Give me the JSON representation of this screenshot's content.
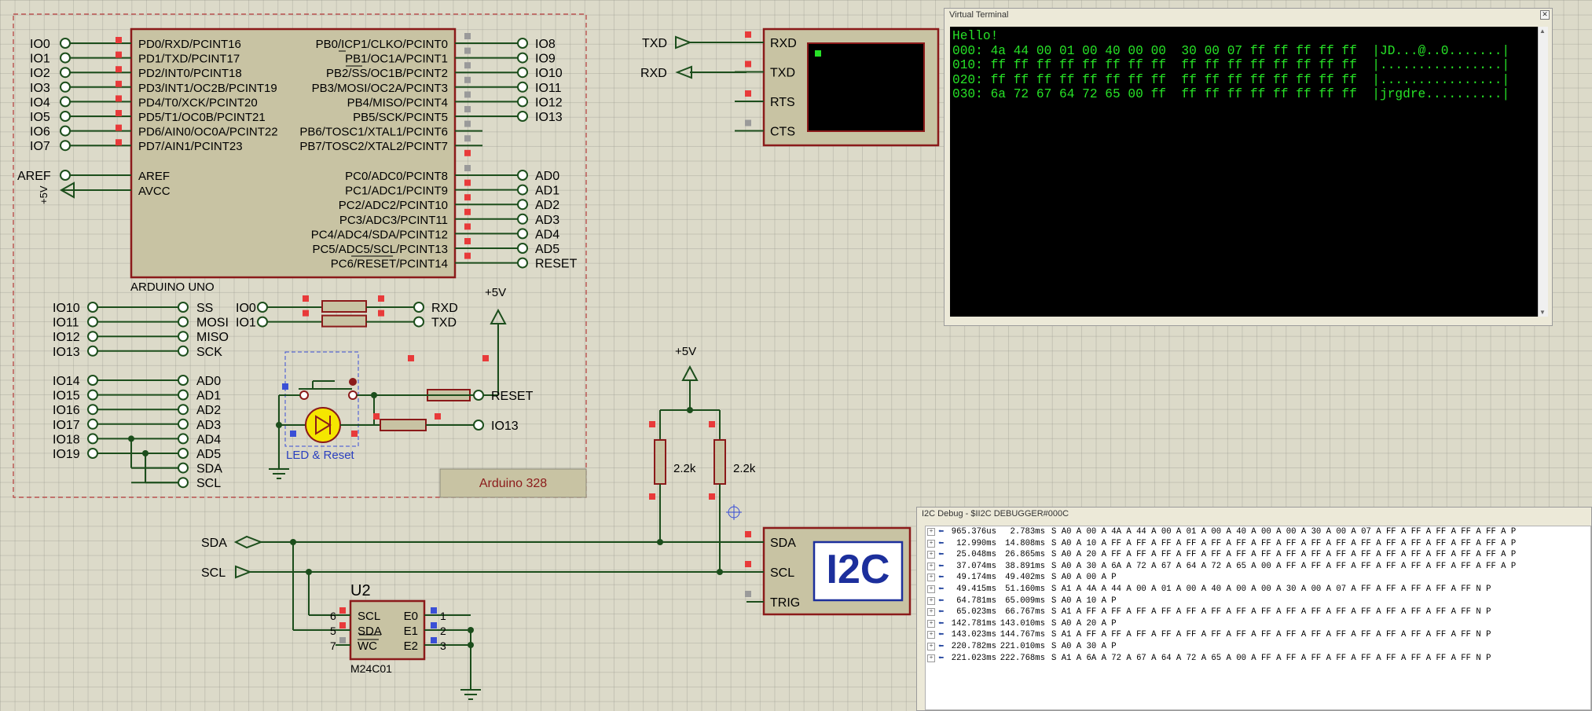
{
  "arduino": {
    "left_pins": [
      "IO0",
      "IO1",
      "IO2",
      "IO3",
      "IO4",
      "IO5",
      "IO6",
      "IO7"
    ],
    "left_port": [
      "PD0/RXD/PCINT16",
      "PD1/TXD/PCINT17",
      "PD2/INT0/PCINT18",
      "PD3/INT1/OC2B/PCINT19",
      "PD4/T0/XCK/PCINT20",
      "PD5/T1/OC0B/PCINT21",
      "PD6/AIN0/OC0A/PCINT22",
      "PD7/AIN1/PCINT23"
    ],
    "right_port_b": [
      "PB0/ICP1/CLKO/PCINT0",
      "PB1/OC1A/PCINT1",
      "PB2/SS/OC1B/PCINT2",
      "PB3/MOSI/OC2A/PCINT3",
      "PB4/MISO/PCINT4",
      "PB5/SCK/PCINT5",
      "PB6/TOSC1/XTAL1/PCINT6",
      "PB7/TOSC2/XTAL2/PCINT7"
    ],
    "right_pins_b": [
      "IO8",
      "IO9",
      "IO10",
      "IO11",
      "IO12",
      "IO13"
    ],
    "right_port_c": [
      "PC0/ADC0/PCINT8",
      "PC1/ADC1/PCINT9",
      "PC2/ADC2/PCINT10",
      "PC3/ADC3/PCINT11",
      "PC4/ADC4/SDA/PCINT12",
      "PC5/ADC5/SCL/PCINT13",
      "PC6/RESET/PCINT14"
    ],
    "right_pins_c": [
      "AD0",
      "AD1",
      "AD2",
      "AD3",
      "AD4",
      "AD5",
      "RESET"
    ],
    "aref_label": "AREF",
    "aref_pin": "AREF",
    "avcc_pin": "AVCC",
    "plus5v": "+5V",
    "chip_name": "ARDUINO UNO",
    "spi_left": [
      "IO10",
      "IO11",
      "IO12",
      "IO13"
    ],
    "spi_right": [
      "SS",
      "MOSI",
      "MISO",
      "SCK"
    ],
    "an_left": [
      "IO14",
      "IO15",
      "IO16",
      "IO17",
      "IO18",
      "IO19"
    ],
    "an_right": [
      "AD0",
      "AD1",
      "AD2",
      "AD3",
      "AD4",
      "AD5",
      "SDA",
      "SCL"
    ],
    "uart_left": [
      "IO0",
      "IO1"
    ],
    "uart_right": [
      "RXD",
      "TXD"
    ],
    "reset_label": "RESET",
    "io13_label": "IO13",
    "led_reset_label": "LED & Reset",
    "board_label": "Arduino 328"
  },
  "terminal_pins": {
    "txd_net": "TXD",
    "rxd_net": "RXD",
    "pins": [
      "RXD",
      "TXD",
      "RTS",
      "CTS"
    ]
  },
  "i2c_circuit": {
    "plus5v": "+5V",
    "r1": "2.2k",
    "r2": "2.2k",
    "sda_net": "SDA",
    "scl_net": "SCL",
    "dbg_pins": [
      "SDA",
      "SCL",
      "TRIG"
    ],
    "dbg_logo": "I2C",
    "eeprom_ref": "U2",
    "eeprom_part": "M24C01",
    "eeprom_left_pins": [
      "SCL",
      "SDA",
      "WC"
    ],
    "eeprom_left_nums": [
      "6",
      "5",
      "7"
    ],
    "eeprom_right_pins": [
      "E0",
      "E1",
      "E2"
    ],
    "eeprom_right_nums": [
      "1",
      "2",
      "3"
    ]
  },
  "virtual_terminal": {
    "title": "Virtual Terminal",
    "lines": [
      "Hello!",
      "000: 4a 44 00 01 00 40 00 00  30 00 07 ff ff ff ff ff  |JD...@..0.......|",
      "010: ff ff ff ff ff ff ff ff  ff ff ff ff ff ff ff ff  |................|",
      "020: ff ff ff ff ff ff ff ff  ff ff ff ff ff ff ff ff  |................|",
      "030: 6a 72 67 64 72 65 00 ff  ff ff ff ff ff ff ff ff  |jrgdre..........|"
    ]
  },
  "i2c_debug": {
    "title": "I2C Debug - $II2C DEBUGGER#000C",
    "rows": [
      {
        "t1": "965.376us",
        "t2": "2.783ms",
        "seq": "S A0 A 00 A 4A A 44 A 00 A 01 A 00 A 40 A 00 A 00 A 30 A 00 A 07 A FF A FF A FF A FF A FF A P"
      },
      {
        "t1": "12.990ms",
        "t2": "14.808ms",
        "seq": "S A0 A 10 A FF A FF A FF A FF A FF A FF A FF A FF A FF A FF A FF A FF A FF A FF A FF A FF A P"
      },
      {
        "t1": "25.048ms",
        "t2": "26.865ms",
        "seq": "S A0 A 20 A FF A FF A FF A FF A FF A FF A FF A FF A FF A FF A FF A FF A FF A FF A FF A FF A P"
      },
      {
        "t1": "37.074ms",
        "t2": "38.891ms",
        "seq": "S A0 A 30 A 6A A 72 A 67 A 64 A 72 A 65 A 00 A FF A FF A FF A FF A FF A FF A FF A FF A FF A P"
      },
      {
        "t1": "49.174ms",
        "t2": "49.402ms",
        "seq": "S A0 A 00 A P"
      },
      {
        "t1": "49.415ms",
        "t2": "51.160ms",
        "seq": "S A1 A 4A A 44 A 00 A 01 A 00 A 40 A 00 A 00 A 30 A 00 A 07 A FF A FF A FF A FF A FF N P"
      },
      {
        "t1": "64.781ms",
        "t2": "65.009ms",
        "seq": "S A0 A 10 A P"
      },
      {
        "t1": "65.023ms",
        "t2": "66.767ms",
        "seq": "S A1 A FF A FF A FF A FF A FF A FF A FF A FF A FF A FF A FF A FF A FF A FF A FF A FF N P"
      },
      {
        "t1": "142.781ms",
        "t2": "143.010ms",
        "seq": "S A0 A 20 A P"
      },
      {
        "t1": "143.023ms",
        "t2": "144.767ms",
        "seq": "S A1 A FF A FF A FF A FF A FF A FF A FF A FF A FF A FF A FF A FF A FF A FF A FF A FF N P"
      },
      {
        "t1": "220.782ms",
        "t2": "221.010ms",
        "seq": "S A0 A 30 A P"
      },
      {
        "t1": "221.023ms",
        "t2": "222.768ms",
        "seq": "S A1 A 6A A 72 A 67 A 64 A 72 A 65 A 00 A FF A FF A FF A FF A FF A FF A FF A FF A FF N P"
      }
    ]
  }
}
